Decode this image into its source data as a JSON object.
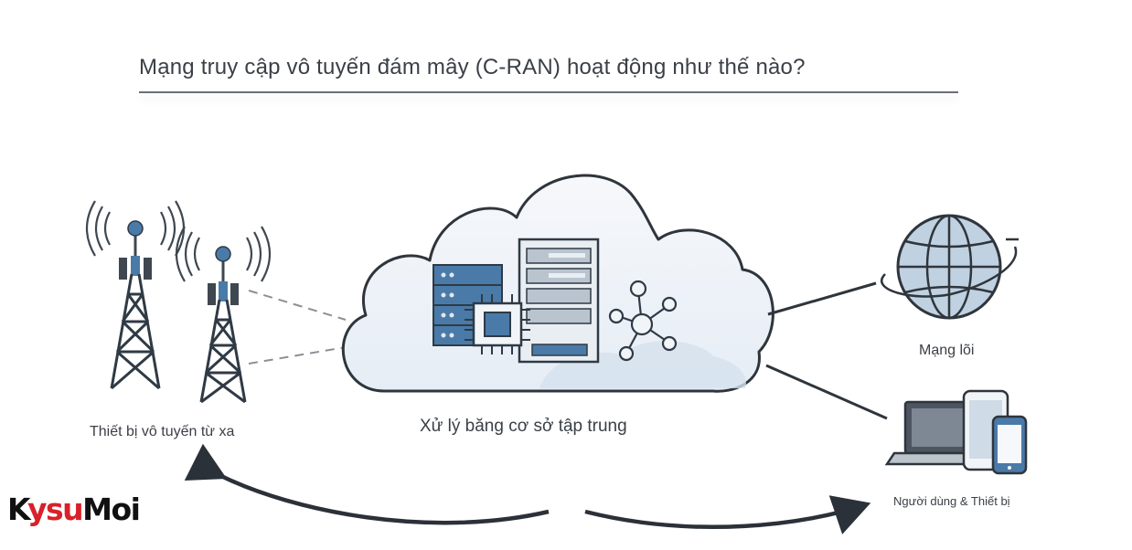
{
  "title": "Mạng truy cập vô tuyến đám mây (C-RAN) hoạt động như thế nào?",
  "nodes": {
    "remote_radio": "Thiết bị vô tuyến từ xa",
    "baseband": "Xử lý băng cơ sở tập trung",
    "core_network": "Mạng lõi",
    "users_devices": "Người dùng & Thiết bị"
  },
  "logo": {
    "part1": "K",
    "part2": "ysu",
    "part3": "Moi"
  },
  "colors": {
    "accent_blue": "#4a7aa8",
    "dark_slate": "#3f4750",
    "cloud_fill": "#eef3f8",
    "logo_red": "#d8212a"
  },
  "icons": [
    "radio-tower-icon",
    "server-rack-icon",
    "cpu-chip-icon",
    "network-hub-icon",
    "globe-icon",
    "laptop-icon",
    "phone-icon"
  ]
}
